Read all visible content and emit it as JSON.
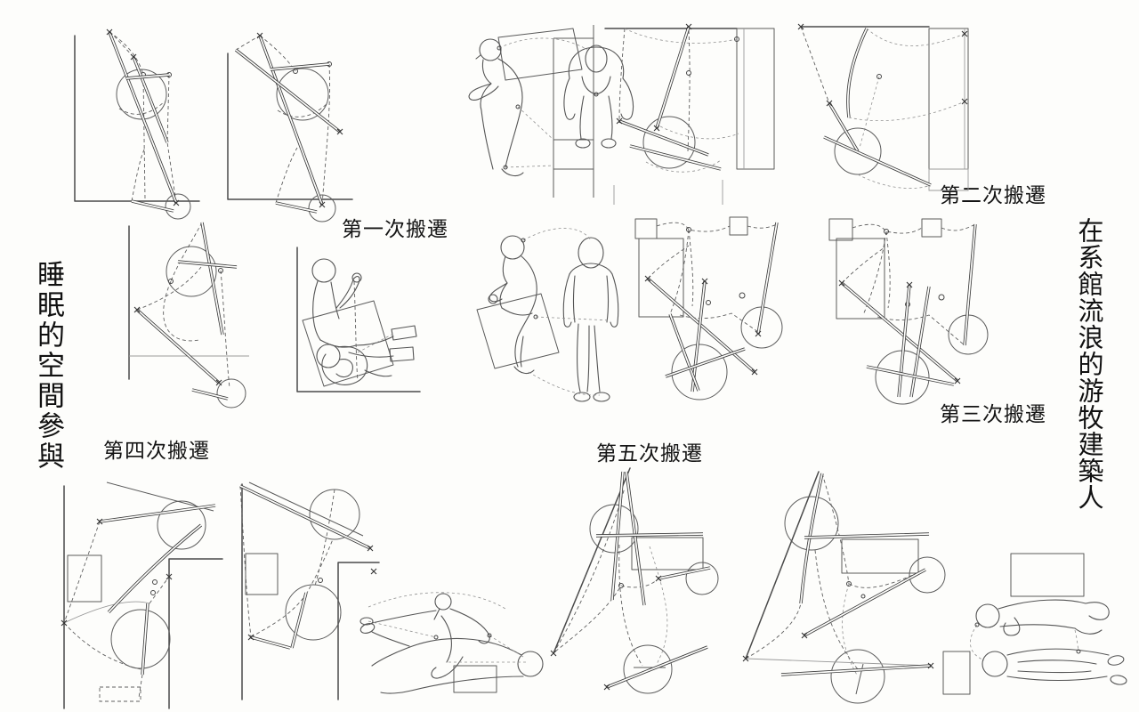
{
  "page": {
    "background_color": "#fdfdfb",
    "ink_color": "#4a4a4a"
  },
  "titles": {
    "left_vertical": "睡眠的空間參與",
    "right_vertical": "在系館流浪的游牧建築人"
  },
  "move_labels": {
    "first": "第一次搬遷",
    "second": "第二次搬遷",
    "third": "第三次搬遷",
    "fourth": "第四次搬遷",
    "fifth": "第五次搬遷"
  }
}
